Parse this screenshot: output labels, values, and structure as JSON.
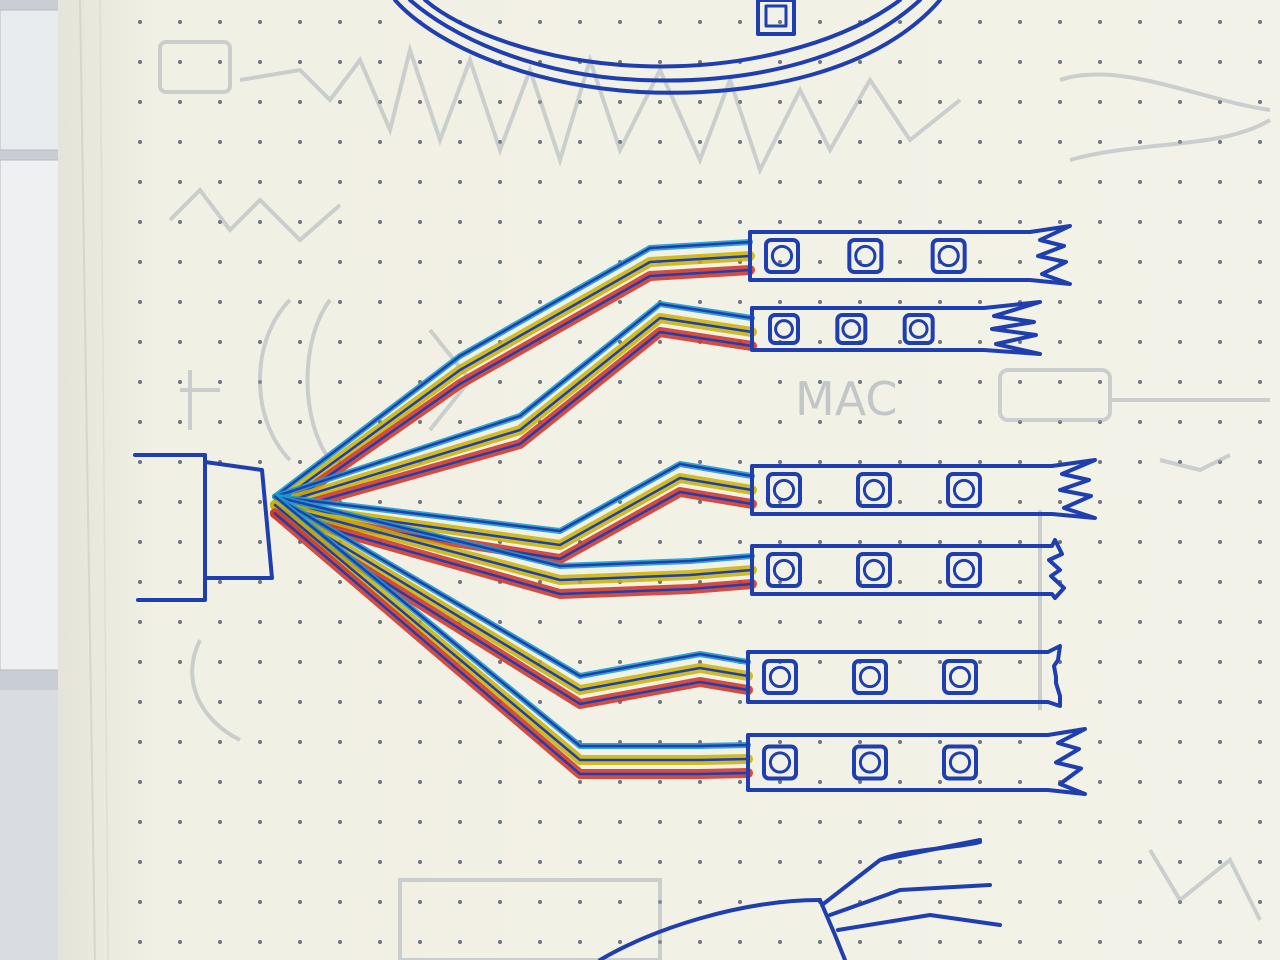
{
  "ghost_label": "MAC",
  "colors": {
    "paper": "#f1f0e4",
    "dots": "#6f7580",
    "ink_blue": "#1f3fb0",
    "wire_cyan": "#1a9ccc",
    "wire_yellow": "#c9b300",
    "wire_red": "#d23a2c",
    "ghost": "#9aa3ad"
  },
  "diagram": {
    "controller": {
      "icon": "connector-block-icon"
    },
    "strip_count": 6,
    "leds_per_strip": 3,
    "wires_per_strip": [
      "cyan",
      "yellow",
      "red"
    ]
  }
}
